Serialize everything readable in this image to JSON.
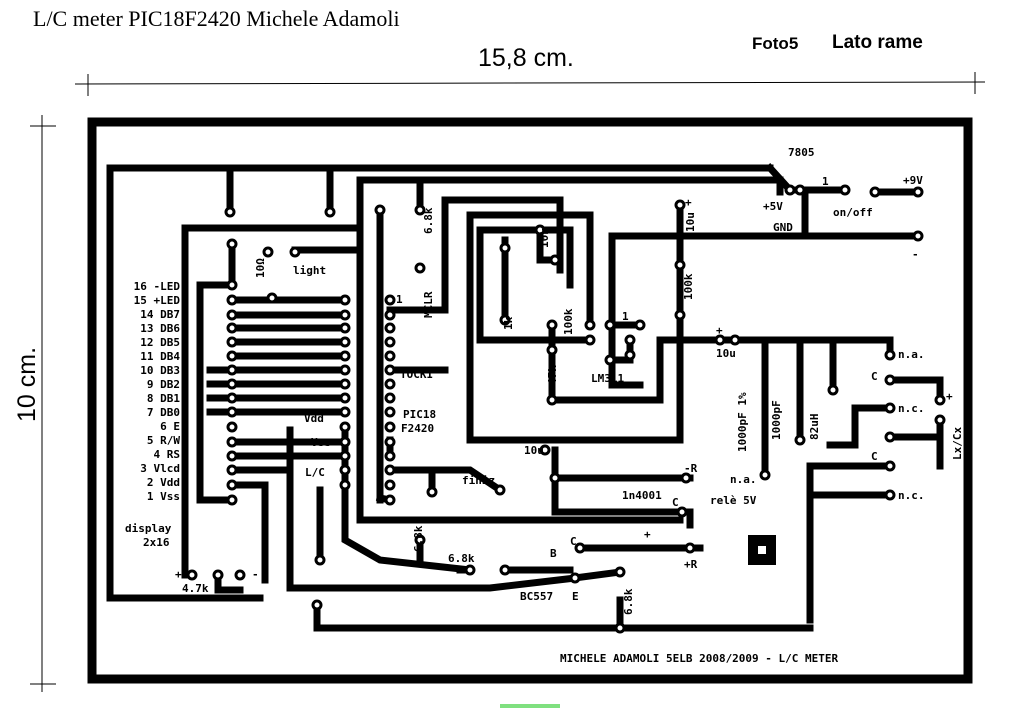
{
  "header": {
    "title": "L/C meter PIC18F2420   Michele Adamoli",
    "photo_label": "Foto5",
    "side_label": "Lato rame"
  },
  "dimensions": {
    "width_label": "15,8 cm.",
    "height_label": "10 cm."
  },
  "pcb": {
    "regulator": "7805",
    "plus5v": "+5V",
    "switch_pin": "1",
    "on_off": "on/off",
    "plus9v": "+9V",
    "gnd": "GND",
    "minus": "-",
    "r_light": "10Ω",
    "light": "light",
    "r_68k_top": "6.8k",
    "pin1_mclr": "1",
    "mclr": "MCLR",
    "cap_10u_top": "10u",
    "r_10k": "10k",
    "r_100k": "100k",
    "r_1k": "1k",
    "r_100k_b": "100k",
    "r_47k": "47k",
    "lm311": "LM311",
    "lm311_pin1": "1",
    "cap_10u_mid": "10u",
    "tocki": "TOCKI",
    "pic_label_1": "PIC18",
    "pic_label_2": "F2420",
    "vdd": "Vdd",
    "vss": "Vss",
    "lc": "L/C",
    "finiz": "finiz",
    "cap_10u_low": "10u",
    "diode": "1n4001",
    "minus_r": "-R",
    "plus_r": "+R",
    "relay": "relè 5V",
    "na": "n.a.",
    "nc": "n.c.",
    "c_label": "C",
    "cap_1000pf_1": "1000pF 1%",
    "cap_1000pf_2": "1000pF",
    "ind_82uh": "82uH",
    "lx_cx": "Lx/Cx",
    "r_68k_mid": "6.8k",
    "r_68k_b": "6.8k",
    "r_68k_bottom": "6.8k",
    "transistor": "BC557",
    "b": "B",
    "e": "E",
    "r_47k_trim": "4.7k",
    "plus_sign": "+",
    "display_label_1": "display",
    "display_label_2": "2x16",
    "footer": "MICHELE ADAMOLI 5ELB 2008/2009 - L/C METER",
    "display_pins": [
      "16 -LED",
      "15 +LED",
      "14  DB7",
      "13  DB6",
      "12  DB5",
      "11  DB4",
      "10  DB3",
      "9  DB2",
      "8  DB1",
      "7  DB0",
      "6  E",
      "5  R/W",
      "4  RS",
      "3  Vlcd",
      "2  Vdd",
      "1  Vss"
    ]
  }
}
